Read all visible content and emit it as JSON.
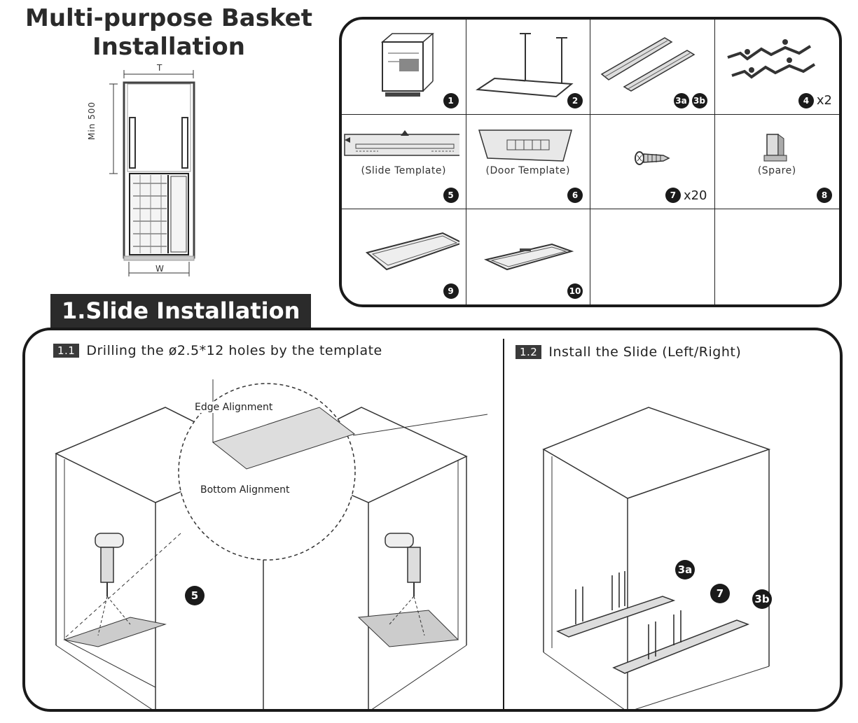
{
  "title": {
    "line1": "Multi-purpose Basket",
    "line2": "Installation"
  },
  "dimensions": {
    "top": "T",
    "height": "Min 500",
    "width": "W"
  },
  "parts": [
    {
      "num": "1",
      "multiplier": "",
      "caption": "",
      "icon": "basket-icon"
    },
    {
      "num": "2",
      "multiplier": "",
      "caption": "",
      "icon": "frame-icon"
    },
    {
      "num": "3a",
      "num2": "3b",
      "multiplier": "",
      "caption": "",
      "icon": "slide-rails-icon"
    },
    {
      "num": "4",
      "multiplier": "x2",
      "caption": "",
      "icon": "bracket-icon"
    },
    {
      "num": "5",
      "multiplier": "",
      "caption": "(Slide Template)",
      "icon": "slide-template-icon"
    },
    {
      "num": "6",
      "multiplier": "",
      "caption": "(Door Template)",
      "icon": "door-template-icon"
    },
    {
      "num": "7",
      "multiplier": "x20",
      "caption": "",
      "icon": "screw-icon"
    },
    {
      "num": "8",
      "multiplier": "",
      "caption": "(Spare)",
      "icon": "spare-clip-icon"
    },
    {
      "num": "9",
      "multiplier": "",
      "caption": "",
      "icon": "tray-icon"
    },
    {
      "num": "10",
      "multiplier": "",
      "caption": "",
      "icon": "tray-small-icon"
    },
    {
      "num": "",
      "multiplier": "",
      "caption": "",
      "icon": ""
    },
    {
      "num": "",
      "multiplier": "",
      "caption": "",
      "icon": ""
    }
  ],
  "section": {
    "label": "1.Slide Installation"
  },
  "steps": {
    "s1": {
      "num": "1.1",
      "text": "Drilling the ø2.5*12 holes by the template"
    },
    "s2": {
      "num": "1.2",
      "text": "Install the Slide (Left/Right)"
    }
  },
  "annotations": {
    "edge": "Edge Alignment",
    "bottom": "Bottom Alignment",
    "callout5": "5",
    "callout3a": "3a",
    "callout7": "7",
    "callout3b": "3b"
  }
}
